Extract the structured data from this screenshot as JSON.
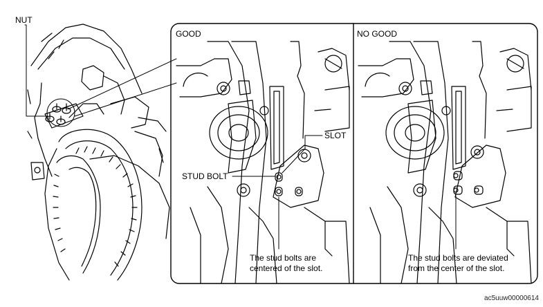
{
  "callouts": {
    "nut": "NUT",
    "slot": "SLOT",
    "stud_bolt": "STUD BOLT"
  },
  "panels": {
    "good": {
      "title": "GOOD",
      "note_line1": "The stud bolts are",
      "note_line2": "centered of the slot."
    },
    "no_good": {
      "title": "NO GOOD",
      "note_line1": "The stud bolts are deviated",
      "note_line2": "from the center of the slot."
    }
  },
  "figure_id": "ac5uuw00000614"
}
